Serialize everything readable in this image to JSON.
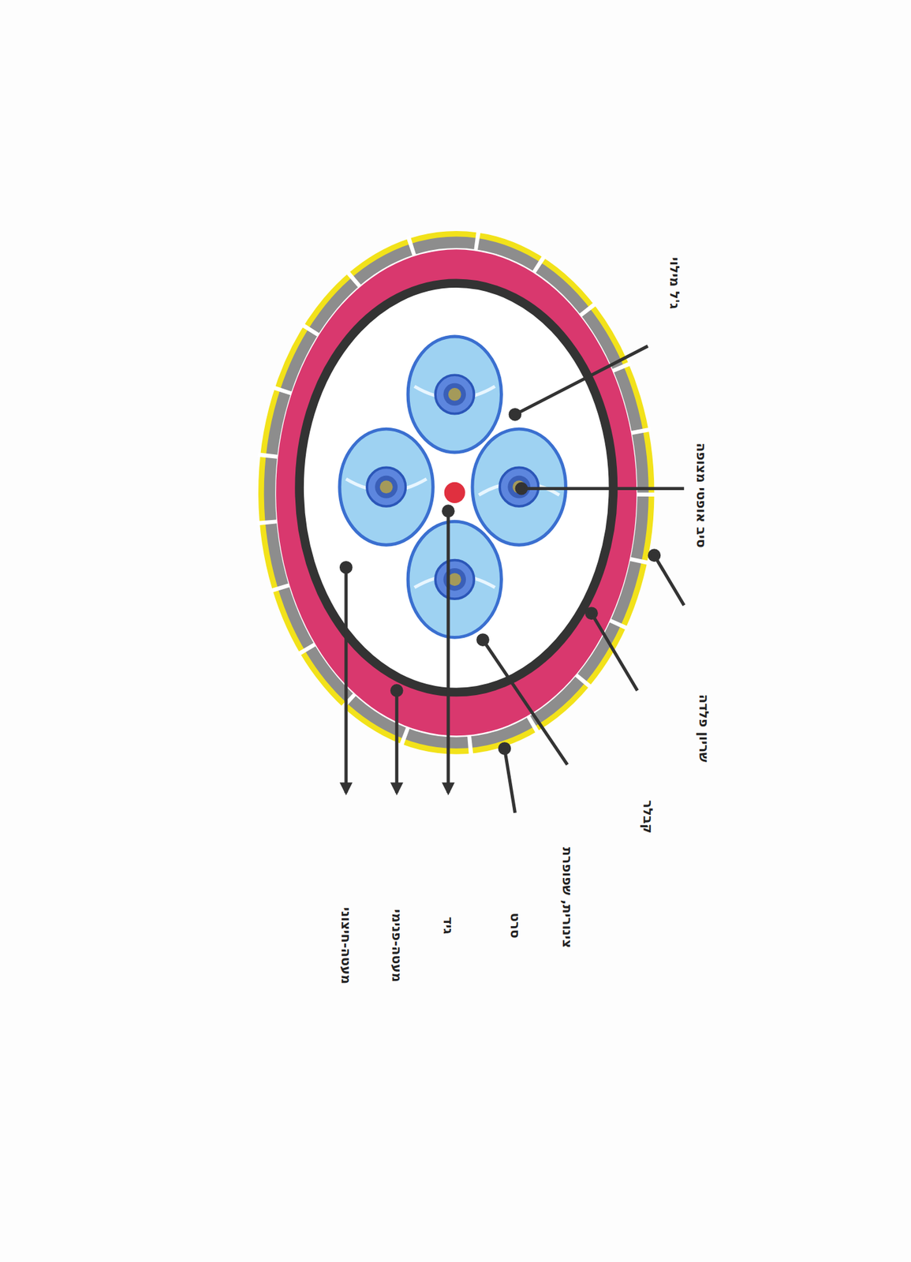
{
  "diagram": {
    "labels": [
      "מעטה-חיצוני",
      "מעטה-פנימי",
      "גיד",
      "סרט",
      "צינורית, שפופרת",
      "קבלר",
      "שריון פלדה",
      "סיב אופטי מצופה",
      "ג'ל מילוי"
    ]
  }
}
